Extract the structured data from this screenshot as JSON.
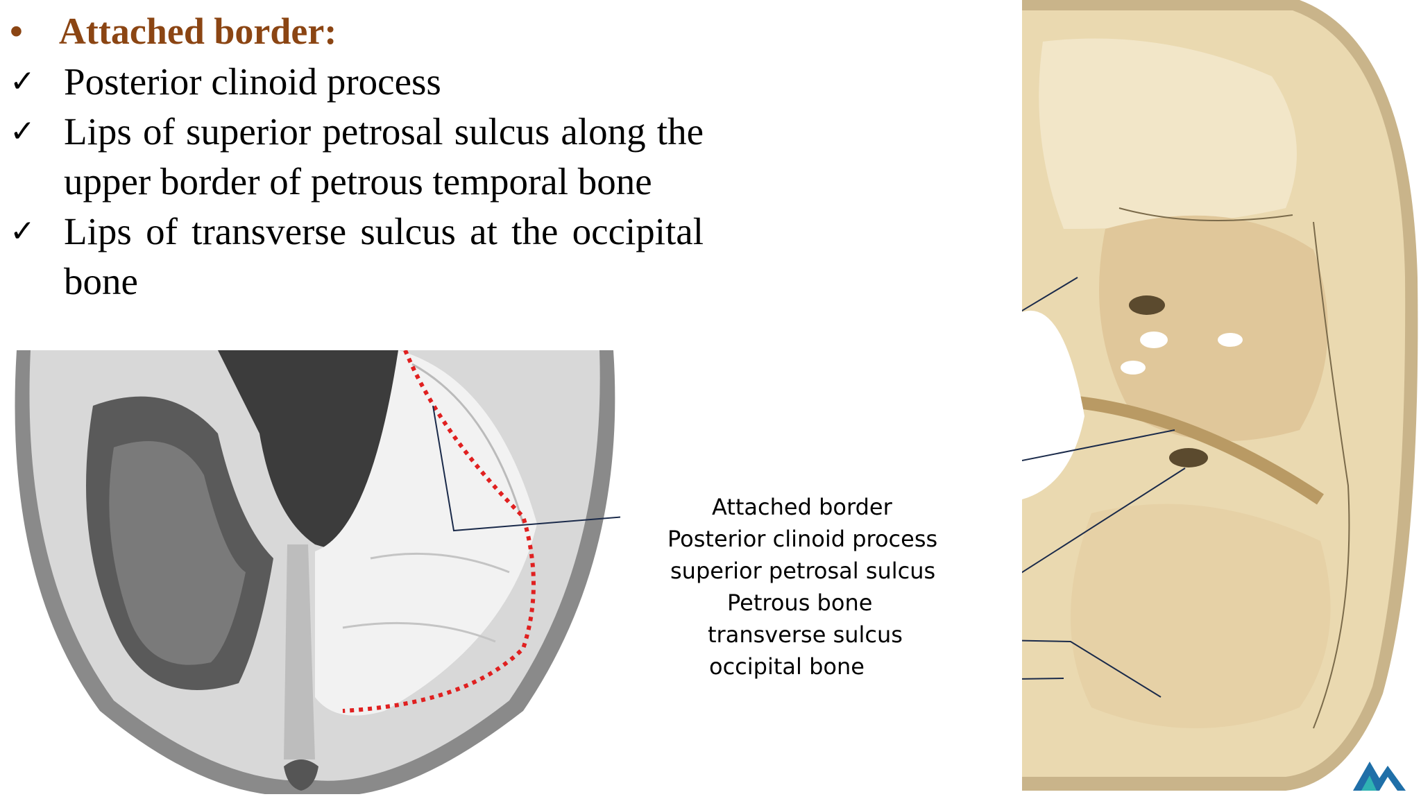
{
  "heading": {
    "bullet": "•",
    "text": "Attached border:"
  },
  "checklist": [
    {
      "mark": "✓",
      "text": "Posterior clinoid process"
    },
    {
      "mark": "✓",
      "text": "Lips of superior petrosal sulcus along the upper border of petrous temporal bone"
    },
    {
      "mark": "✓",
      "text": "Lips of transverse sulcus at the occipital bone"
    }
  ],
  "labels": {
    "attached_border": "Attached border",
    "posterior_clinoid": "Posterior clinoid process",
    "superior_petrosal": "superior petrosal sulcus",
    "petrous_bone": "Petrous bone",
    "transverse_sulcus": "transverse sulcus",
    "occipital_bone": "occipital bone"
  },
  "colors": {
    "heading": "#8b4513",
    "dotted_border": "#e02020",
    "leader_line": "#1a2a4a",
    "logo": "#1f6fa8",
    "bone": "#ead9b0"
  }
}
